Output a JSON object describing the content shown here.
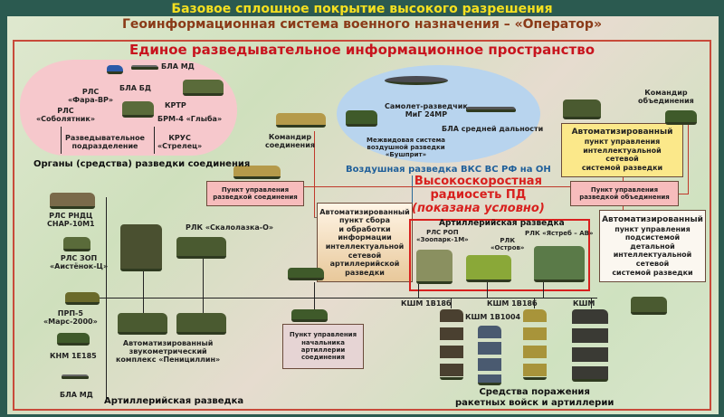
{
  "titles": {
    "top": "Базовое сплошное покрытие высокого разрешения",
    "system": "Геоинформационная система военного назначения – «Оператор»",
    "space": "Единое разведывательное информационное пространство"
  },
  "colors": {
    "top_title": "#f5e020",
    "system_title": "#8a3a18",
    "space_title": "#c8141e",
    "cloud": "#f6c8cc",
    "ellipse": "#b8d4ee",
    "network": "#d8201e",
    "air": "#1f5f9a"
  },
  "cloud": {
    "bla_md": "БЛА МД",
    "bla_bd": "БЛА БД",
    "fara": [
      "РЛС",
      "«Фара-ВР»"
    ],
    "sobol": [
      "РЛС",
      "«Соболятник»"
    ],
    "krtr": "КРТР",
    "brm": "БРМ-4 «Глыба»",
    "razv": [
      "Разведывательное",
      "подразделение"
    ],
    "krus": [
      "КРУС",
      "«Стрелец»"
    ],
    "caption": "Органы (средства) разведки соединения"
  },
  "commander_formation": [
    "Командир",
    "соединения"
  ],
  "air": {
    "mig": [
      "Самолет-разведчик",
      "МиГ 24МР"
    ],
    "bla_sd": "БЛА средней дальности",
    "bushprit": [
      "Межвидовая система",
      "воздушной разведки",
      "«Бушприт»"
    ],
    "caption": "Воздушная разведка ВКС ВС РФ на ОН"
  },
  "commander_army": [
    "Командир",
    "объединения"
  ],
  "boxes": {
    "apu_intel": [
      "Автоматизированный",
      "пункт  управления",
      "интеллектуальной",
      "сетевой",
      "системой разведки"
    ],
    "pu_army": [
      "Пункт управления",
      "разведкой объединения"
    ],
    "pu_formation": [
      "Пункт управления",
      "разведкой соединения"
    ],
    "apsoi": [
      "Автоматизированный",
      "пункт сбора",
      "и обработки",
      "информации",
      "интеллектуальной",
      "сетевой",
      "артиллерийской",
      "разведки"
    ],
    "apu_detail": [
      "Автоматизированный",
      "пункт  управления",
      "подсистемой",
      "детальной",
      "интеллектуальной",
      "сетевой",
      "системой разведки"
    ],
    "pu_artillery": [
      "Пункт управления",
      "начальника",
      "артиллерии",
      "соединения"
    ]
  },
  "network": [
    "Высокоскоростная",
    "радиосеть ПД",
    "(показана условно)"
  ],
  "art_box": {
    "title": "Артиллерийская разведка",
    "zoopark": [
      "РЛС РОП",
      "«Зоопарк-1М»"
    ],
    "ostrov": [
      "РЛК",
      "«Остров»"
    ],
    "yastreb": "РЛК «Ястреб – АВ»"
  },
  "left": {
    "snar": [
      "РЛС РНДЦ",
      "СНАР-10М1"
    ],
    "aist": [
      "РЛС ЗОП",
      "«Аистёнок-Ц»"
    ],
    "prp": [
      "ПРП-5",
      "«Марс-2000»"
    ],
    "knm": "КНМ 1Е185",
    "bla": "БЛА МД",
    "caption": "Артиллерийская разведка"
  },
  "skalolazka": "РЛК «Скалолазка-О»",
  "penicillin": [
    "Автоматизированный",
    "звукометрический",
    "комплекс «Пенициллин»"
  ],
  "ksm": {
    "a": "КШМ 1В18б",
    "b": "КШМ 1В18б",
    "c": "КШМ 1В1004",
    "d": "КШМ"
  },
  "fires": [
    "Средства поражения",
    "ракетных войск и артиллерии"
  ]
}
